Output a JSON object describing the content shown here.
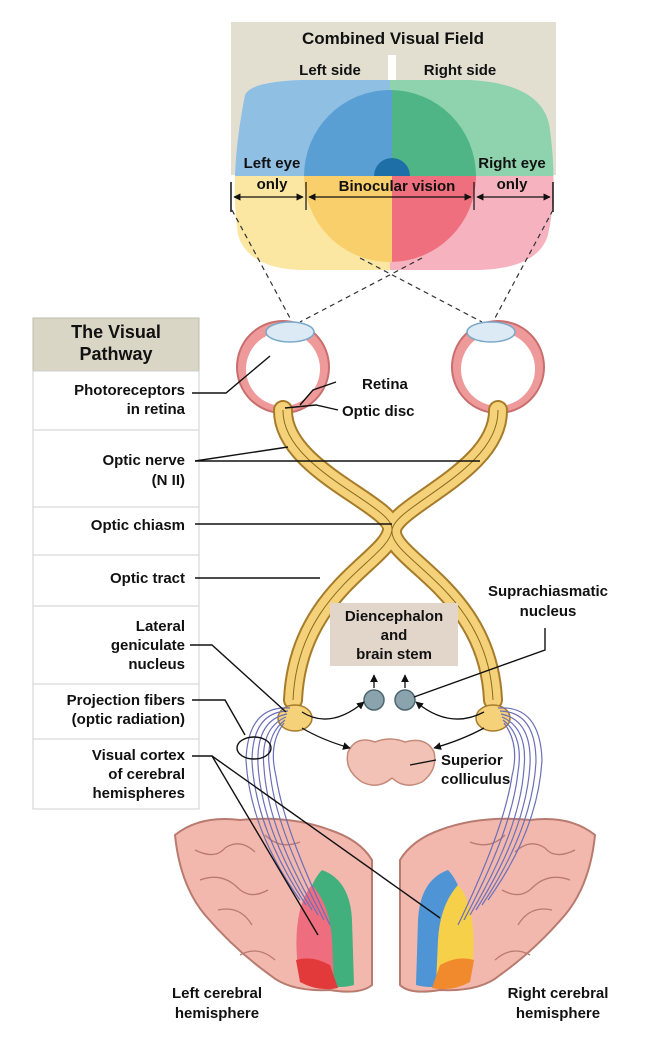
{
  "visual_field": {
    "title": "Combined  Visual Field",
    "left_side": "Left side",
    "right_side": "Right side",
    "left_eye_only": [
      "Left eye",
      "only"
    ],
    "right_eye_only": [
      "Right eye",
      "only"
    ],
    "binocular": "Binocular vision"
  },
  "pathway_panel": {
    "title": [
      "The Visual",
      "Pathway"
    ],
    "items": [
      {
        "lines": [
          "Photoreceptors",
          "in retina"
        ]
      },
      {
        "lines": [
          "Optic nerve",
          "(N II)"
        ]
      },
      {
        "lines": [
          "Optic chiasm"
        ]
      },
      {
        "lines": [
          "Optic tract"
        ]
      },
      {
        "lines": [
          "Lateral",
          "geniculate",
          "nucleus"
        ]
      },
      {
        "lines": [
          "Projection fibers",
          "(optic radiation)"
        ]
      },
      {
        "lines": [
          "Visual cortex",
          "of cerebral",
          "hemispheres"
        ]
      }
    ]
  },
  "labels": {
    "retina": "Retina",
    "optic_disc": "Optic disc",
    "suprachiasmatic": [
      "Suprachiasmatic",
      "nucleus"
    ],
    "diencephalon": [
      "Diencephalon",
      "and",
      "brain stem"
    ],
    "superior_colliculus": [
      "Superior",
      "colliculus"
    ],
    "left_hemisphere": [
      "Left cerebral",
      "hemisphere"
    ],
    "right_hemisphere": [
      "Right cerebral",
      "hemisphere"
    ]
  },
  "colors": {
    "left_field_blue": "#8fbfe3",
    "right_field_green": "#8fd3ae",
    "lower_left_yellow": "#fbe7a1",
    "lower_right_pink": "#f6b3bf",
    "overlap_blue": "#5a9fd4",
    "overlap_green": "#4fb586",
    "overlap_yellow": "#f9cf6b",
    "overlap_red": "#ef6f7f",
    "panel_bg": "#d9d6c6",
    "nerve_yellow": "#f5d27a",
    "retina_pink": "#e58a8a",
    "cortex_pink": "#f2b8ae",
    "radiation_purple": "#6b6fb8"
  }
}
